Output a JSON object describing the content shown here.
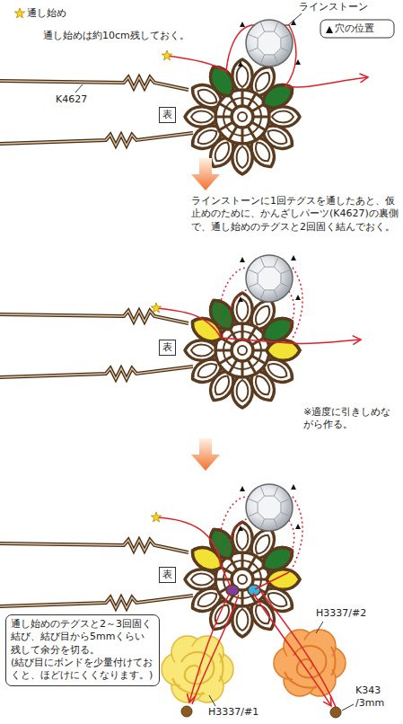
{
  "diagram": {
    "nodes": [
      {
        "text": [
          "表"
        ]
      },
      {
        "text": [
          "表"
        ]
      },
      {
        "text": [
          "表"
        ]
      },
      {
        "text": [
          "通し始めのテグスと2～3回固く結び、結び目から5mmくらい残して余分を切る。",
          "(結び目にボンドを少量付けておくと、ほどけにくくなります。)"
        ]
      }
    ],
    "labels": [
      "通し始めは約10cm残しておく。",
      "ラインストーン",
      "K4627",
      "ラインストーンに1回テグスを通したあと、仮止めのために、かんざしパーツ(K4627)の裏側で、通し始めのテグスと2回固く結んでおく。",
      "※適度に引きしめながら作る。",
      "H3337/#2",
      "K343 /3mm",
      "H3337/#1"
    ],
    "legend": [
      {
        "text": "通し始め"
      },
      {
        "text": "穴の位置"
      }
    ]
  }
}
